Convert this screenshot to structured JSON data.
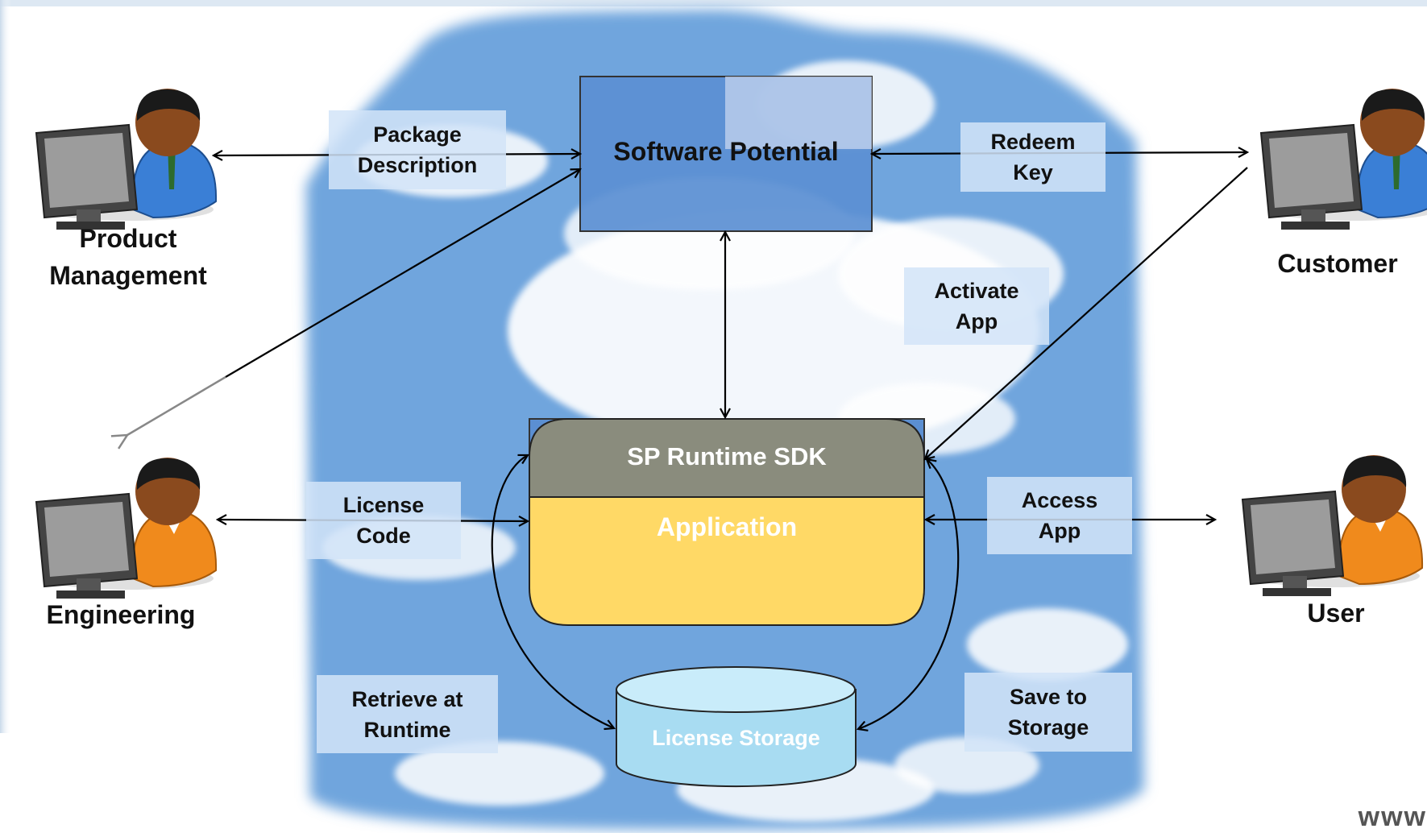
{
  "actors": {
    "product_management": "Product\nManagement",
    "engineering": "Engineering",
    "customer": "Customer",
    "user": "User"
  },
  "nodes": {
    "software_potential": "Software Potential",
    "sdk": "SP Runtime SDK",
    "application": "Application",
    "storage": "License Storage"
  },
  "edge_labels": {
    "package": "Package\nDescription",
    "redeem": "Redeem\nKey",
    "activate": "Activate\nApp",
    "license_code": "License\nCode",
    "access": "Access\nApp",
    "retrieve": "Retrieve at\nRuntime",
    "save": "Save to\nStorage"
  },
  "watermark": "www",
  "colors": {
    "sky": "#6fa5dd",
    "sp_box": "#5b8fd2",
    "sdk_header": "#8a8c7d",
    "application": "#ffd966",
    "storage": "#a8dcf2",
    "label_box": "#d2e4f8",
    "shirt_blue": "#3a7fd6",
    "shirt_orange": "#f08a1c"
  }
}
